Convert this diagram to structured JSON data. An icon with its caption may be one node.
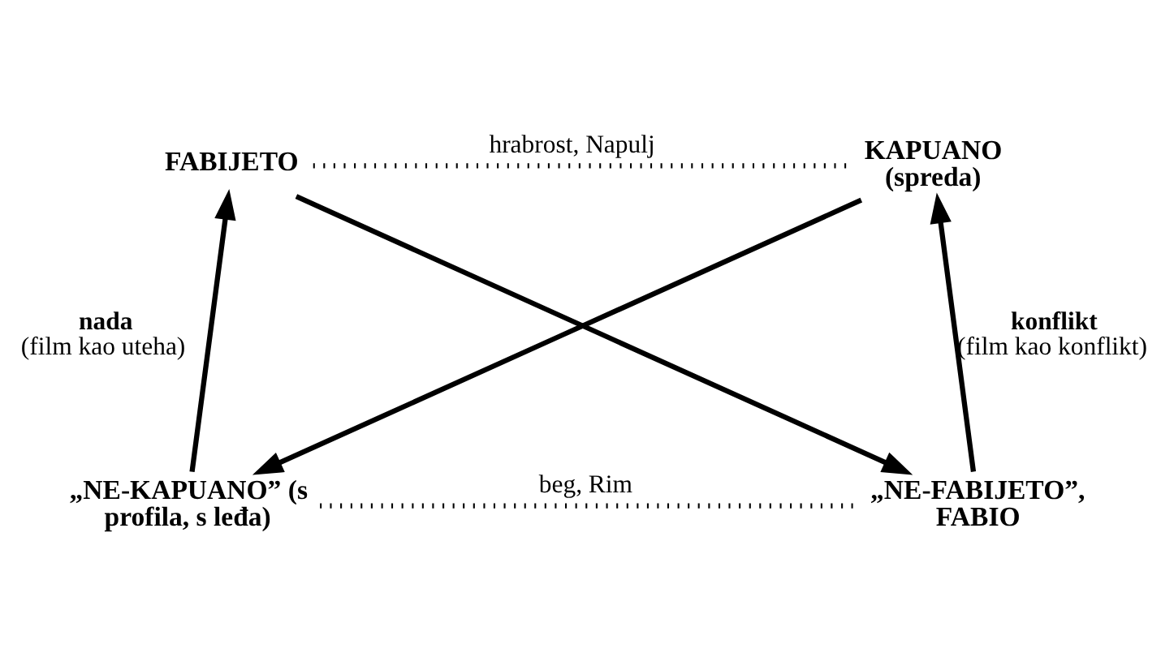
{
  "diagram": {
    "nodes": [
      {
        "text": [
          "FABIJETO"
        ]
      },
      {
        "text": [
          "KAPUANO (spreda)"
        ]
      },
      {
        "text": [
          "„NE-KAPUANO” (s profila, s leđa)"
        ]
      },
      {
        "text": [
          "„NE-FABIJETO”, FABIO"
        ]
      }
    ],
    "edges": [
      {
        "from": 0,
        "to": 1,
        "arrow": "none",
        "style": "dashed",
        "label": "hrabrost, Napulj"
      },
      {
        "from": 2,
        "to": 0,
        "arrow": "to",
        "label": "**nada** (film kao uteha)"
      },
      {
        "from": 3,
        "to": 1,
        "arrow": "to",
        "label": "**konflikt** (film kao konflikt)"
      },
      {
        "from": 0,
        "to": 3,
        "arrow": "to"
      },
      {
        "from": 1,
        "to": 2,
        "arrow": "to"
      },
      {
        "from": 2,
        "to": 3,
        "arrow": "none",
        "style": "dashed",
        "label": "beg, Rim"
      }
    ]
  }
}
